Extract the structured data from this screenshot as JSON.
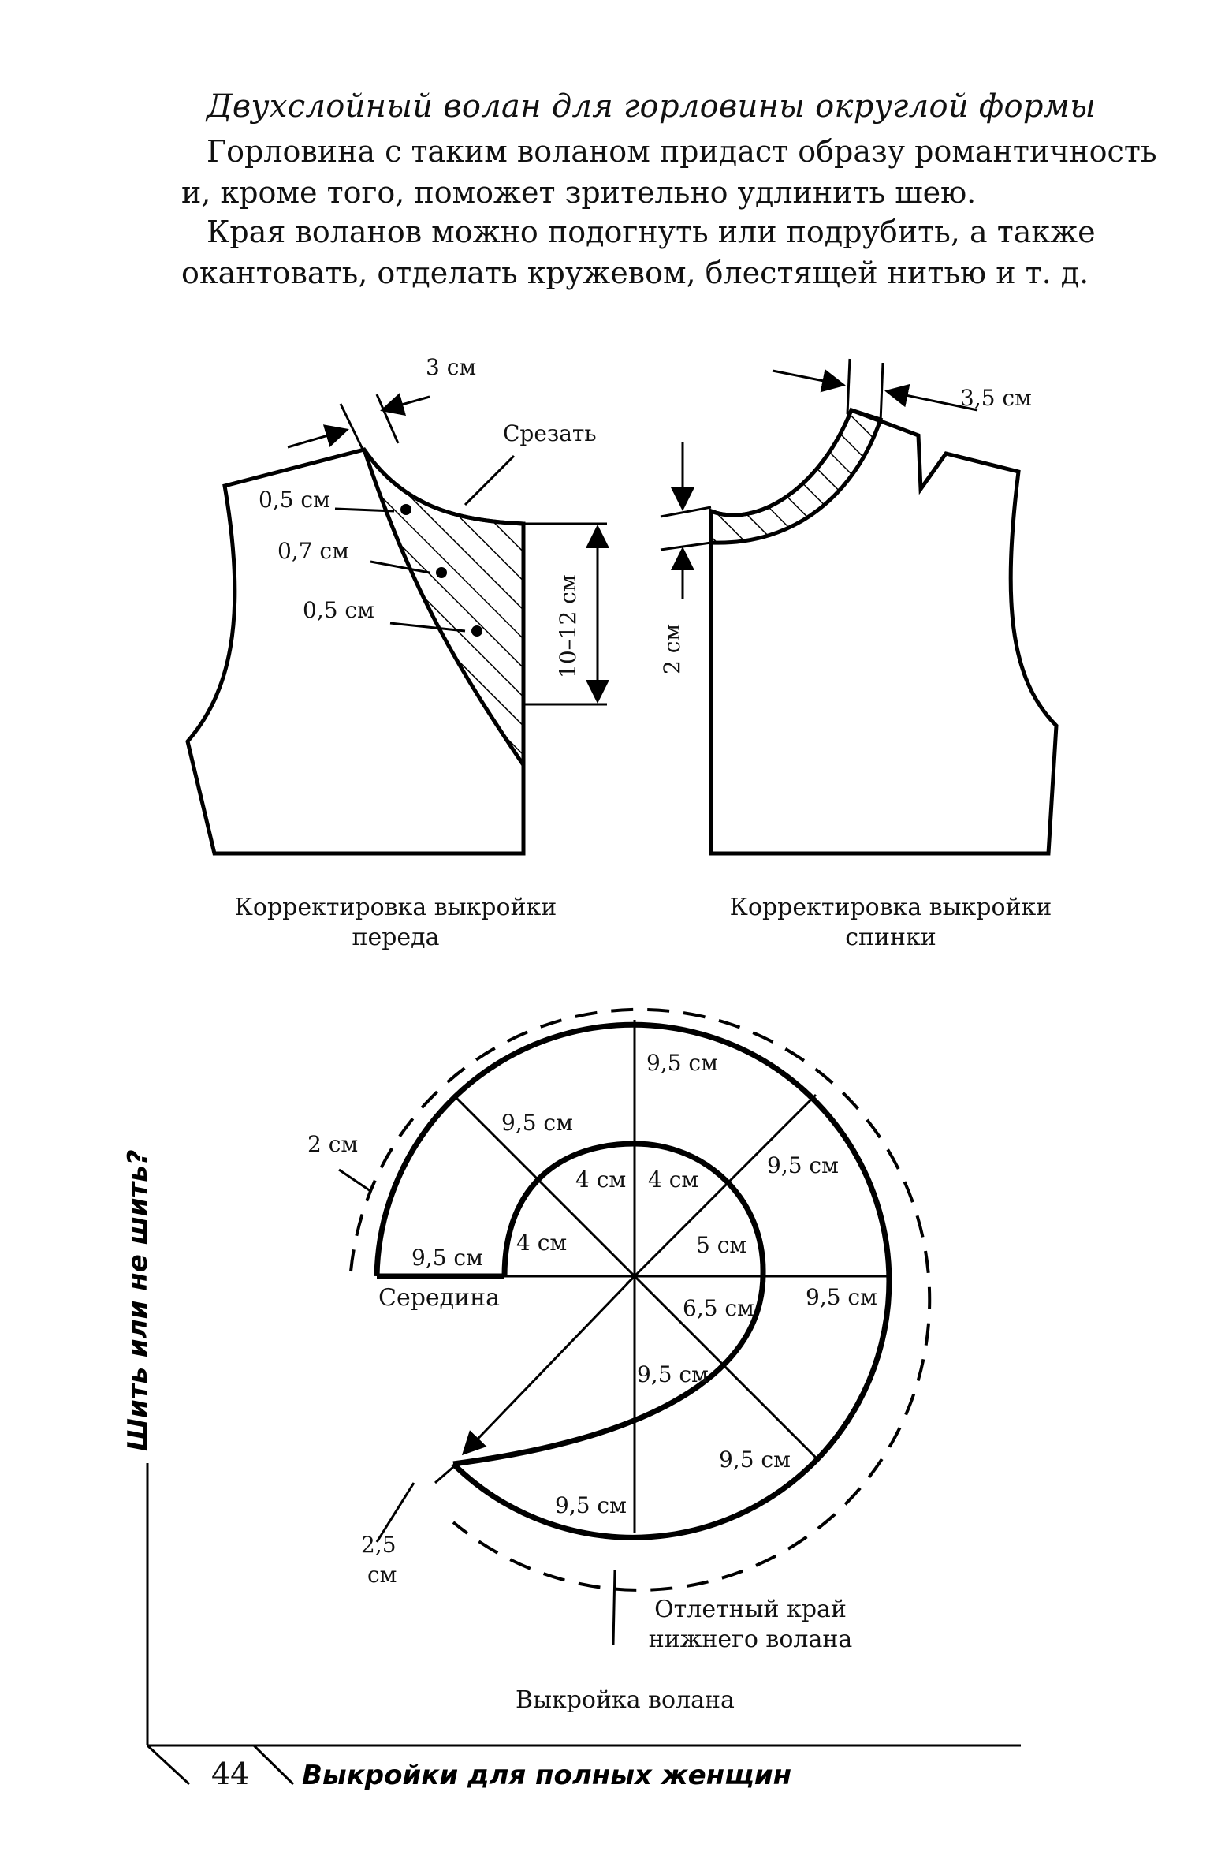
{
  "heading": "Двухслойный волан для горловины округлой формы",
  "paragraphs": {
    "p1_line1": "Горловина с таким воланом придаст образу романтичность",
    "p1_line2": "и, кроме того, поможет зрительно удлинить шею.",
    "p2_line1": "Края воланов можно подогнуть или подрубить, а также",
    "p2_line2": "окантовать, отделать кружевом, блестящей нитью и т. д."
  },
  "front_figure": {
    "dim_top": "3 см",
    "cut_label": "Срезать",
    "m1": "0,5 см",
    "m2": "0,7 см",
    "m3": "0,5 см",
    "height": "10–12 см",
    "caption_line1": "Корректировка выкройки",
    "caption_line2": "переда"
  },
  "back_figure": {
    "dim_top": "3,5 см",
    "dim_side": "2 см",
    "caption_line1": "Корректировка выкройки",
    "caption_line2": "спинки"
  },
  "ruffle_figure": {
    "outer_dims": [
      "9,5 см",
      "9,5 см",
      "9,5 см",
      "9,5 см",
      "9,5 см",
      "9,5 см",
      "9,5 см",
      "9,5 см"
    ],
    "inner_dims": [
      "4 см",
      "4 см",
      "4 см",
      "5 см",
      "6,5 см"
    ],
    "allowance_left": "2 см",
    "allowance_bottom_line1": "2,5",
    "allowance_bottom_line2": "см",
    "center_label": "Середина",
    "edge_label_line1": "Отлетный край",
    "edge_label_line2": "нижнего волана",
    "caption": "Выкройка волана"
  },
  "footer": {
    "page_number": "44",
    "book_title": "Выкройки для полных женщин",
    "side_title": "Шить или не шить?"
  }
}
